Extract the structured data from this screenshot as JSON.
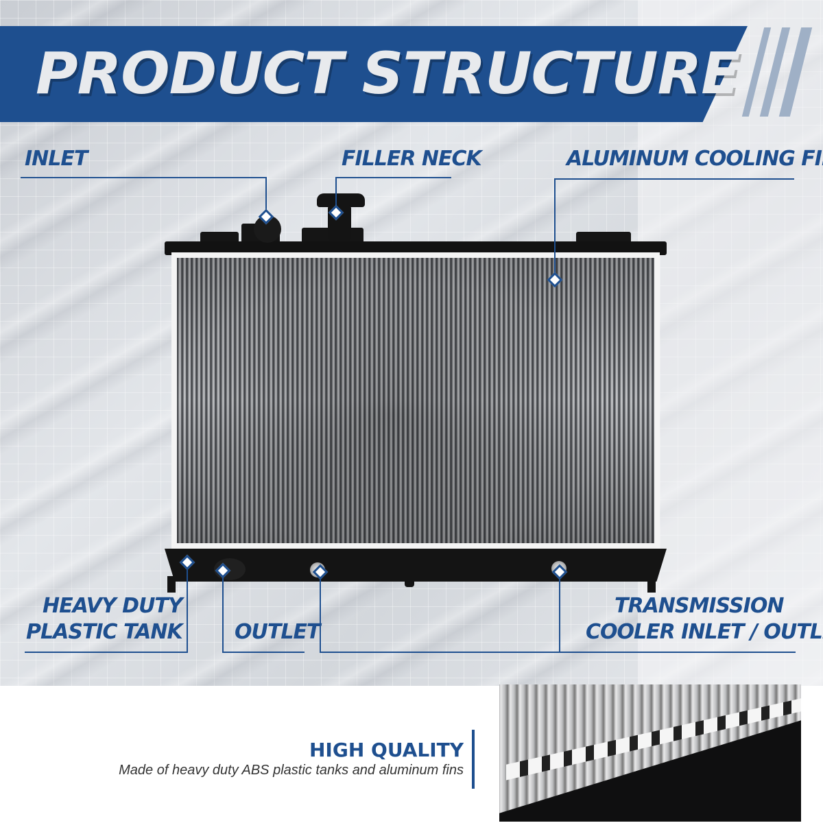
{
  "title": "PRODUCT STRUCTURE",
  "labels": {
    "inlet": "INLET",
    "filler_neck": "FILLER NECK",
    "aluminum_fins": "ALUMINUM COOLING FINS",
    "tank_line1": "HEAVY DUTY",
    "tank_line2": "PLASTIC TANK",
    "outlet": "OUTLET",
    "trans_line1": "TRANSMISSION",
    "trans_line2": "COOLER INLET / OUTLET"
  },
  "quality": {
    "heading": "HIGH QUALITY",
    "description": "Made of heavy duty ABS plastic tanks and aluminum fins"
  },
  "colors": {
    "brand_blue": "#1e4f8f",
    "title_text": "#e8eaed"
  }
}
